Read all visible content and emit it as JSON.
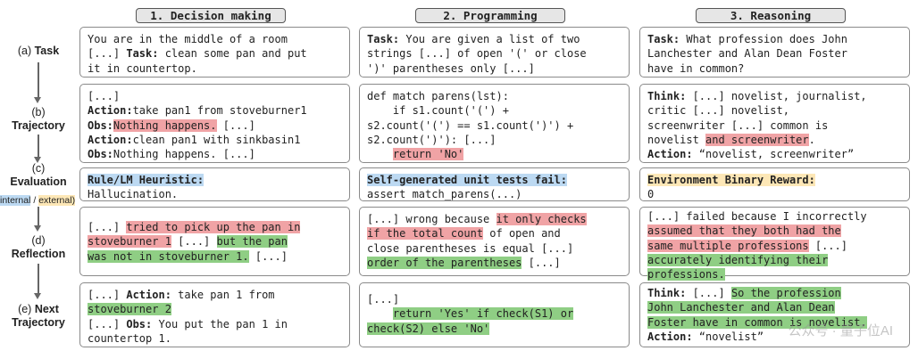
{
  "columns": [
    "1. Decision making",
    "2. Programming",
    "3. Reasoning"
  ],
  "rows": {
    "task": {
      "prefix": "(a)",
      "name": "Task"
    },
    "trajectory": {
      "prefix": "(b)",
      "name": "Trajectory"
    },
    "evaluation": {
      "prefix": "(c)",
      "name": "Evaluation"
    },
    "reflection": {
      "prefix": "(d)",
      "name": "Reflection"
    },
    "next": {
      "prefix": "(e)",
      "name": "Next Trajectory"
    }
  },
  "eval_tag": {
    "internal": "internal",
    "sep": " / ",
    "external": "external)"
  },
  "decision": {
    "task_a": "You are in the middle of a room\n[...] ",
    "task_label": "Task:",
    "task_b": " clean some pan and put\nit in countertop.",
    "traj_l1": "[...]",
    "traj_action1_label": "Action:",
    "traj_action1": "take pan1 from stoveburner1",
    "traj_obs1_label": "Obs:",
    "traj_obs1": "Nothing happens.",
    "traj_obs1_tail": " [...]",
    "traj_action2_label": "Action:",
    "traj_action2": "clean pan1 with sinkbasin1",
    "traj_obs2_label": "Obs:",
    "traj_obs2": "Nothing happens. [...]",
    "eval_label": "Rule/LM Heuristic:",
    "eval_value": "Hallucination.",
    "refl_a": "[...] ",
    "refl_red": "tried to pick up the pan in\nstoveburner 1",
    "refl_b": " [...] ",
    "refl_green": "but the pan\nwas not in stoveburner 1.",
    "refl_c": " [...]",
    "next_a": "[...] ",
    "next_action_label": "Action:",
    "next_b": " take pan 1 from\n",
    "next_green": "stoveburner 2",
    "next_c": "\n[...] ",
    "next_obs_label": "Obs:",
    "next_d": " You put the pan 1 in\ncountertop 1."
  },
  "programming": {
    "task_label": "Task:",
    "task_text": " You are given a list of two\nstrings [...] of open '(' or close\n')' parentheses only [...]",
    "traj_code": "def match parens(lst):\n    if s1.count('(') +\ns2.count('(') == s1.count(')') +\ns2.count(')'): [...]\n    ",
    "traj_red": "return 'No'",
    "eval_label": "Self-generated unit tests fail:",
    "eval_value": "assert match_parens(...)",
    "refl_a": "[...] wrong because ",
    "refl_red": "it only checks\nif the total count",
    "refl_b": " of open and\nclose parentheses is equal [...]\n",
    "refl_green": "order of the parentheses",
    "refl_c": " [...]",
    "next_a": "[...]\n    ",
    "next_green": "return 'Yes' if check(S1) or\ncheck(S2) else 'No'"
  },
  "reasoning": {
    "task_label": "Task:",
    "task_text": " What profession does John\nLanchester and Alan Dean Foster\nhave in common?",
    "traj_think_label": "Think:",
    "traj_a": " [...] novelist, journalist,\ncritic [...] novelist,\nscreenwriter [...] common is\nnovelist ",
    "traj_red": "and screenwriter",
    "traj_b": ".\n",
    "traj_action_label": "Action:",
    "traj_action": " “novelist, screenwriter”",
    "eval_label": "Environment Binary Reward:",
    "eval_value": "0",
    "refl_a": "[...] failed because I incorrectly\n",
    "refl_red": "assumed that they both had the\nsame multiple professions",
    "refl_b": " [...]\n",
    "refl_green": "accurately identifying their\nprofessions.",
    "next_think_label": "Think:",
    "next_a": " [...] ",
    "next_green": "So the profession\nJohn Lanchester and Alan Dean\nFoster have in common is novelist.",
    "next_b": "\n",
    "next_action_label": "Action:",
    "next_action": " “novelist”"
  },
  "watermark": "公众号 · 量子位AI"
}
